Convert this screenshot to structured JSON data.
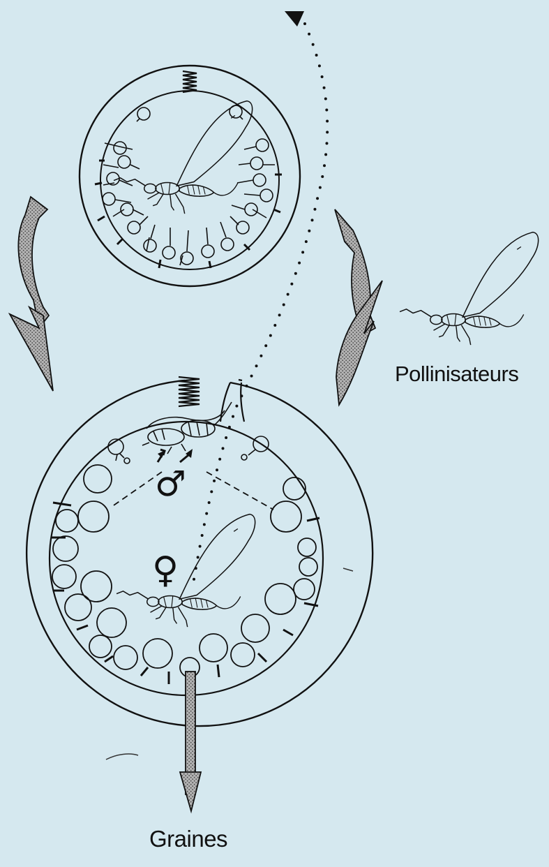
{
  "labels": {
    "pollinators": "Pollinisateurs",
    "seeds": "Graines"
  },
  "symbols": {
    "male": "♂",
    "female": "♀"
  },
  "colors": {
    "background": "#d5e8ef",
    "ink": "#111111",
    "arrow_fill": "#9b9b9b"
  },
  "icons": [
    "fig-receptacle",
    "wasp-insect",
    "dotted-flight-path",
    "cycle-arrow",
    "male-symbol",
    "female-symbol",
    "seed-arrow"
  ]
}
